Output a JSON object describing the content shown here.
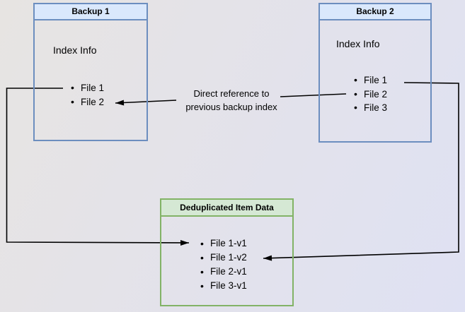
{
  "colors": {
    "bg-left": "#e7e4e2",
    "bg-right": "#dfe1f3",
    "blue-border": "#6c8ebf",
    "blue-fill": "#dae8fc",
    "green-border": "#82b366",
    "green-fill": "#d5e8d4",
    "arrow": "#000000"
  },
  "boxes": {
    "backup1": {
      "title": "Backup 1",
      "subtitle": "Index Info",
      "items": [
        "File 1",
        "File 2"
      ]
    },
    "backup2": {
      "title": "Backup 2",
      "subtitle": "Index Info",
      "items": [
        "File 1",
        "File 2",
        "File 3"
      ]
    },
    "dedup": {
      "title": "Deduplicated Item Data",
      "items": [
        "File 1-v1",
        "File 1-v2",
        "File 2-v1",
        "File 3-v1"
      ]
    }
  },
  "label": {
    "line1": "Direct reference to",
    "line2": "previous backup index"
  },
  "edges": [
    {
      "from": "backup1.File 1",
      "to": "dedup.File 1-v1"
    },
    {
      "from": "backup2.File 2",
      "to": "backup1.File 2",
      "label": "Direct reference to previous backup index"
    },
    {
      "from": "backup2.File 1",
      "to": "dedup.File 1-v2"
    }
  ]
}
